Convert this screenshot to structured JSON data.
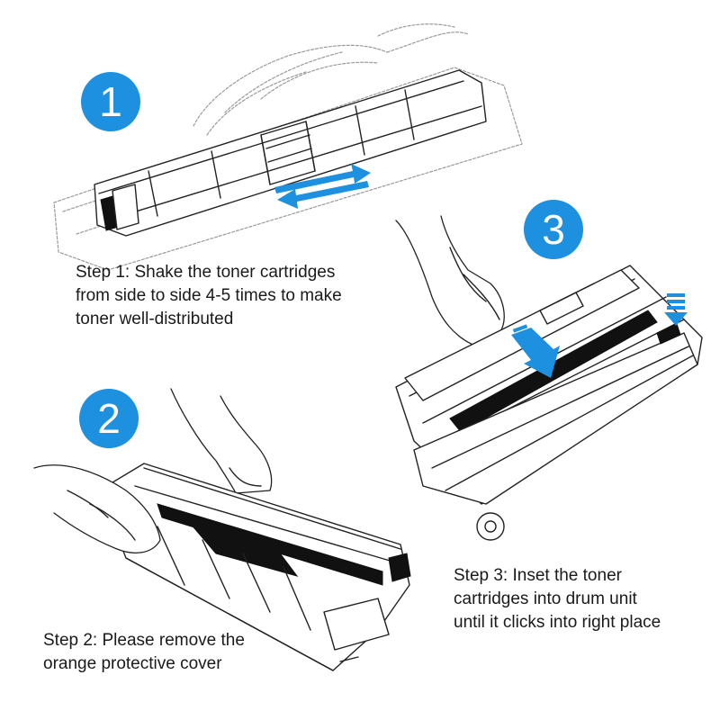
{
  "steps": [
    {
      "number": "1",
      "lines": [
        "Step 1: Shake the toner cartridges",
        "from side to side 4-5 times to make",
        "toner well-distributed"
      ]
    },
    {
      "number": "2",
      "lines": [
        "Step 2: Please remove the",
        "orange protective cover"
      ]
    },
    {
      "number": "3",
      "lines": [
        "Step 3: Inset the toner",
        "cartridges into drum unit",
        "until it clicks into right place"
      ]
    }
  ],
  "colors": {
    "accent": "#1e90e0",
    "text": "#1a1a1a",
    "line": "#222222"
  },
  "icons": [
    "number-badge",
    "double-arrow-icon",
    "down-arrow-icon"
  ]
}
